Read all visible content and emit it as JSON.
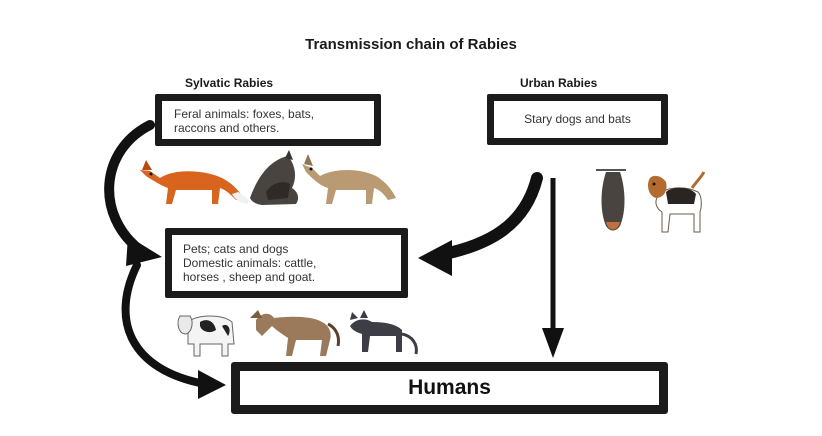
{
  "title": "Transmission chain of Rabies",
  "sylvatic": {
    "heading": "Sylvatic Rabies",
    "lines": [
      "Feral animals: foxes, bats,",
      "raccons and others."
    ]
  },
  "urban": {
    "heading": "Urban Rabies",
    "text": "Stary dogs and bats"
  },
  "domestic": {
    "lines": [
      "Pets; cats and dogs",
      "Domestic animals: cattle,",
      "horses , sheep and goat."
    ]
  },
  "humans": {
    "label": "Humans"
  },
  "colors": {
    "box_border": "#1b1b1b",
    "arrow": "#111111",
    "fox": "#d9641e",
    "bat": "#4a4440",
    "coyote": "#b99a72",
    "horse": "#9a7a5a",
    "cat": "#3d3d45"
  },
  "icons": [
    "fox-icon",
    "bat-icon",
    "coyote-icon",
    "hanging-bat-icon",
    "beagle-icon",
    "cow-icon",
    "horse-icon",
    "cat-icon"
  ]
}
